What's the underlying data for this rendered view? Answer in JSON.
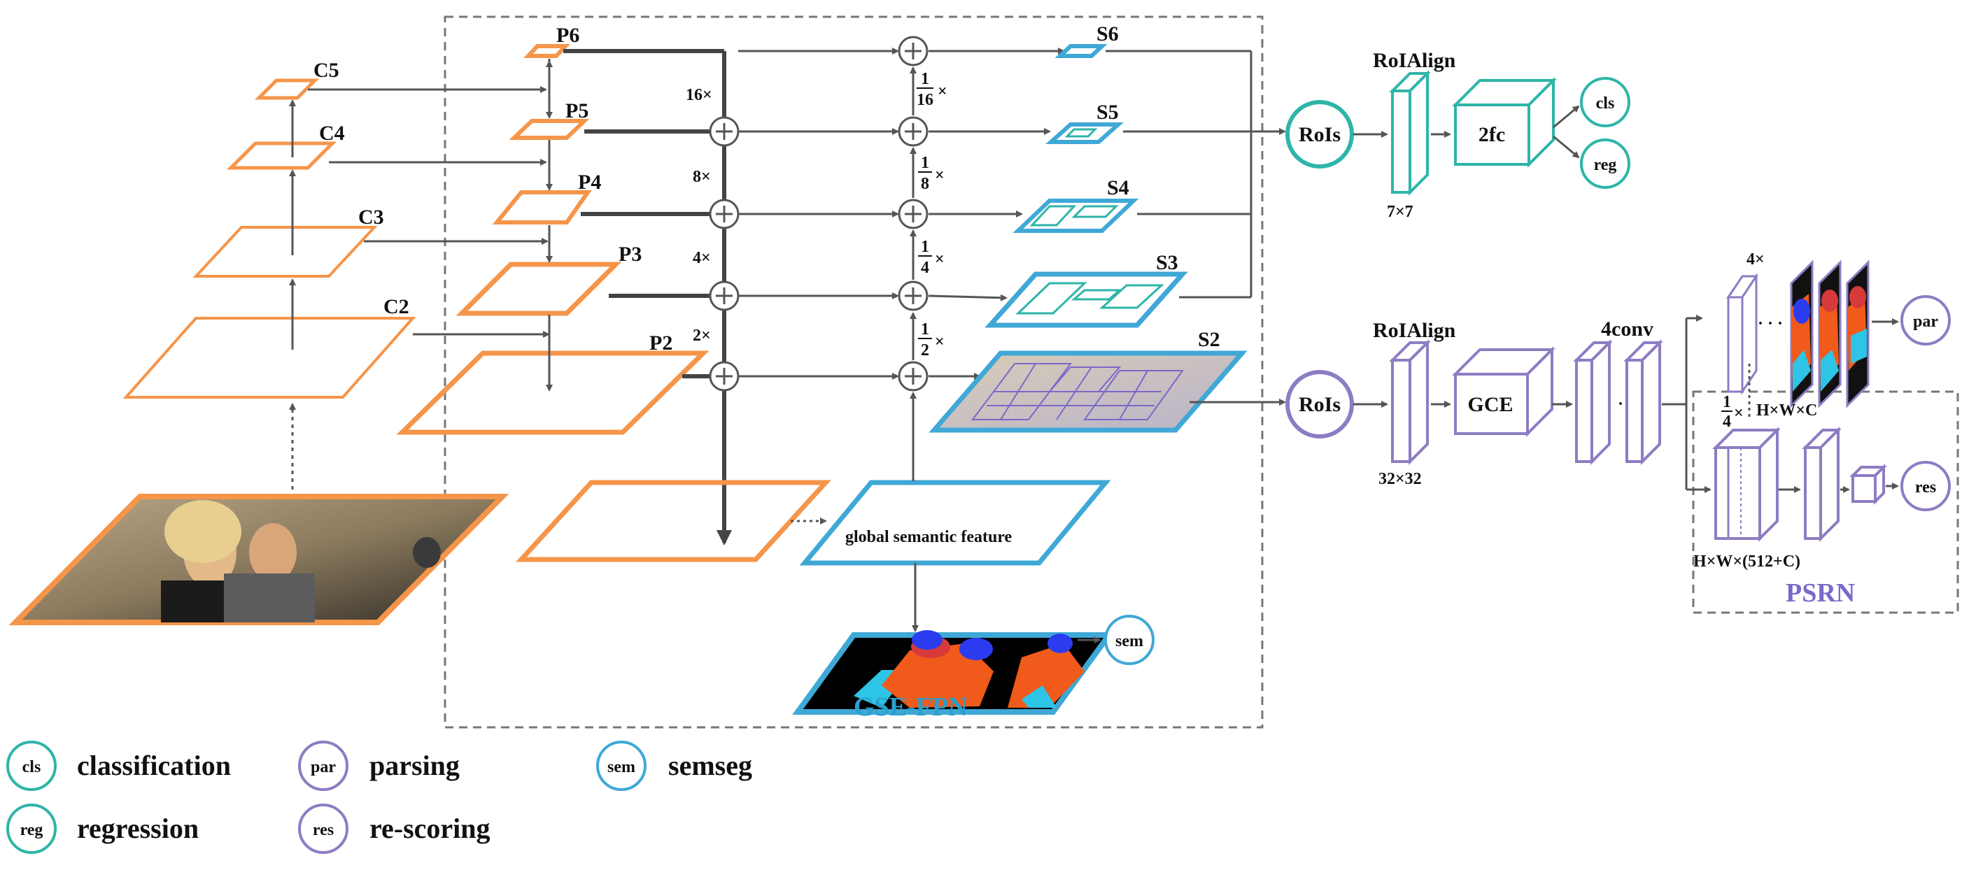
{
  "colors": {
    "orange": "#F5954A",
    "cyan": "#3FA8D6",
    "teal": "#2EB5A8",
    "purple": "#8E7CC3",
    "arrow": "#555555",
    "dash": "#777777"
  },
  "backbone": {
    "c5": "C5",
    "c4": "C4",
    "c3": "C3",
    "c2": "C2"
  },
  "fpn": {
    "p6": "P6",
    "p5": "P5",
    "p4": "P4",
    "p3": "P3",
    "p2": "P2"
  },
  "semantic_levels": {
    "s6": "S6",
    "s5": "S5",
    "s4": "S4",
    "s3": "S3",
    "s2": "S2"
  },
  "upsample": {
    "u16": "16×",
    "u8": "8×",
    "u4": "4×",
    "u2": "2×"
  },
  "downsample": {
    "one": "1",
    "d16": "16",
    "d8": "8",
    "d4": "4",
    "d2": "2",
    "times": "×"
  },
  "gse": {
    "global_feature": "global semantic feature",
    "title": "GSE-FPN",
    "sem": "sem"
  },
  "detection_head": {
    "roialign": "RoIAlign",
    "rois": "RoIs",
    "size": "7×7",
    "fc": "2fc",
    "cls": "cls",
    "reg": "reg"
  },
  "parsing_head": {
    "roialign": "RoIAlign",
    "rois": "RoIs",
    "size": "32×32",
    "gce": "GCE",
    "conv": "4conv",
    "up": "4×",
    "par": "par",
    "dots": "· · ·",
    "quarter_num": "1",
    "quarter_den": "4",
    "quarter_x": "×",
    "hwc": "H×W×C",
    "hwc2": "H×W×(512+C)",
    "res": "res",
    "psrn": "PSRN"
  },
  "legend": [
    {
      "abbr": "cls",
      "text": "classification",
      "color": "teal"
    },
    {
      "abbr": "reg",
      "text": "regression",
      "color": "teal"
    },
    {
      "abbr": "par",
      "text": "parsing",
      "color": "purple"
    },
    {
      "abbr": "res",
      "text": "re-scoring",
      "color": "purple"
    },
    {
      "abbr": "sem",
      "text": "semseg",
      "color": "cyan"
    }
  ]
}
